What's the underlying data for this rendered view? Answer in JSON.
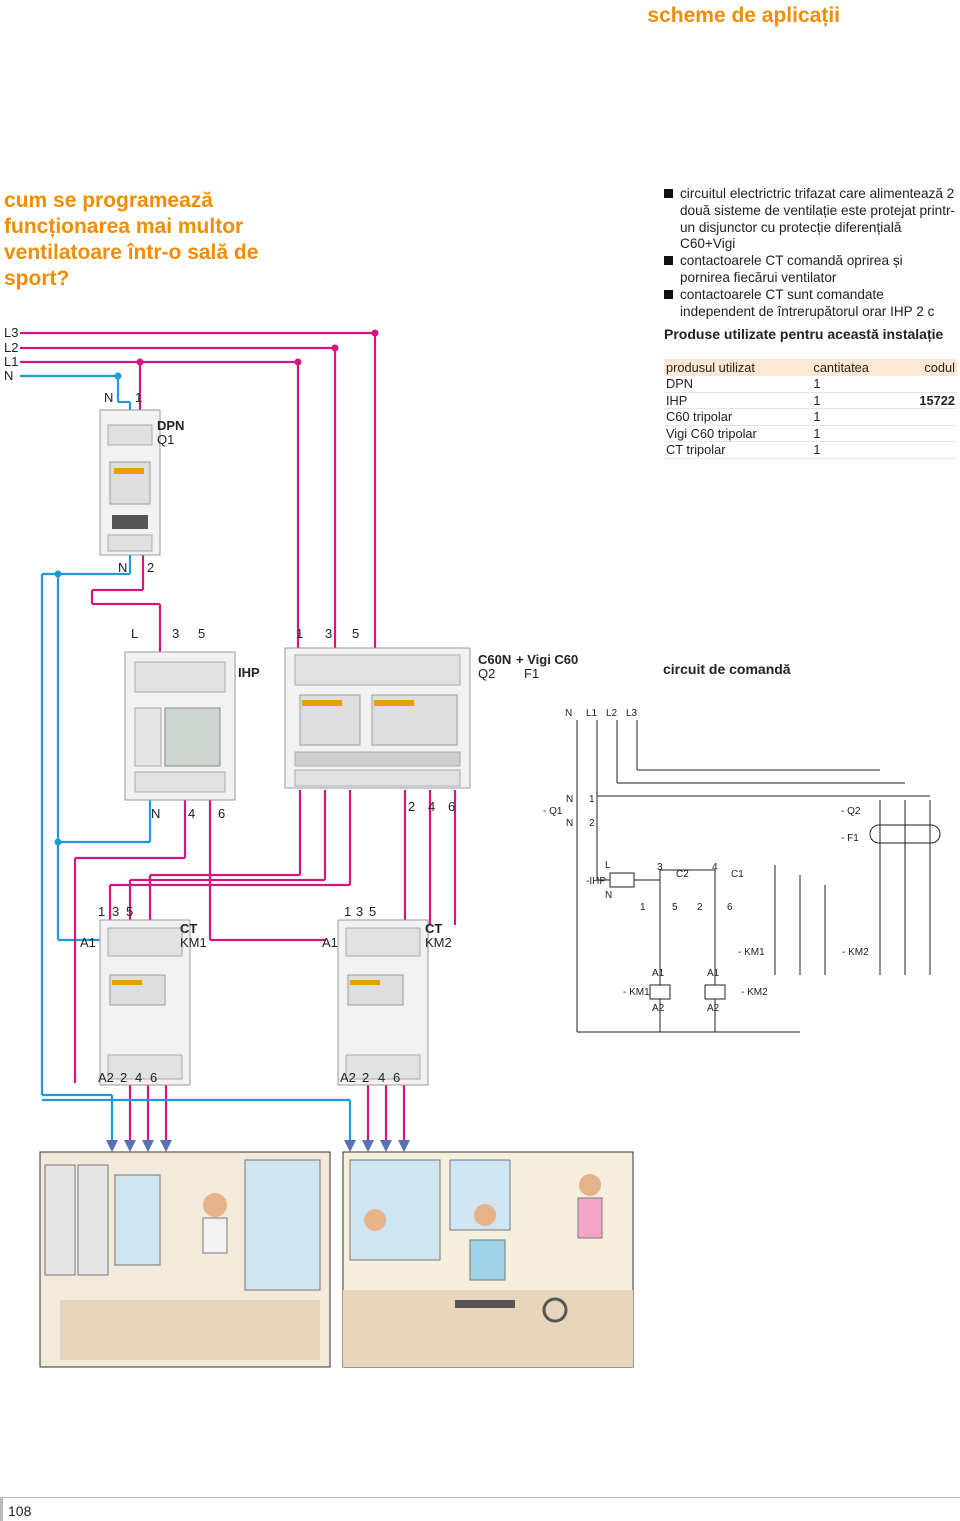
{
  "header": {
    "section_title": "scheme de aplicații"
  },
  "question": "cum se programează funcționarea mai multor ventilatoare într-o sală de sport?",
  "description": [
    "circuitul electrictric trifazat care alimentează 2 două sisteme de ventilație este protejat printr-un disjunctor cu protecție diferențială C60+Vigi",
    "contactoarele CT comandă oprirea și pornirea fiecărui ventilator",
    "contactoarele CT sunt comandate independent de întrerupătorul orar IHP 2 c"
  ],
  "products": {
    "title": "Produse utilizate pentru această instalație",
    "columns": [
      "produsul utilizat",
      "cantitatea",
      "codul"
    ],
    "rows": [
      [
        "DPN",
        "1",
        ""
      ],
      [
        "IHP",
        "1",
        "15722"
      ],
      [
        "C60 tripolar",
        "1",
        ""
      ],
      [
        "Vigi C60 tripolar",
        "1",
        ""
      ],
      [
        "CT tripolar",
        "1",
        ""
      ]
    ]
  },
  "wiring": {
    "lines": [
      "L3",
      "L2",
      "L1",
      "N"
    ],
    "dpn": {
      "name": "DPN",
      "ref": "Q1",
      "in_n": "N",
      "in_1": "1",
      "out_n": "N",
      "out_2": "2"
    },
    "ihp": {
      "name": "IHP",
      "in": [
        "L",
        "3",
        "5"
      ],
      "out": [
        "N",
        "4",
        "6"
      ]
    },
    "c60": {
      "name": "C60N",
      "vigi": "+ Vigi C60",
      "ref_q": "Q2",
      "ref_f": "F1",
      "in": [
        "1",
        "3",
        "5"
      ],
      "out": [
        "2",
        "4",
        "6"
      ]
    },
    "ct1": {
      "name": "CT",
      "ref": "KM1",
      "in": [
        "1",
        "3",
        "5"
      ],
      "coil_in": "A1",
      "coil_out": "A2",
      "out": [
        "2",
        "4",
        "6"
      ]
    },
    "ct2": {
      "name": "CT",
      "ref": "KM2",
      "in": [
        "1",
        "3",
        "5"
      ],
      "coil_in": "A1",
      "coil_out": "A2",
      "out": [
        "2",
        "4",
        "6"
      ]
    }
  },
  "control_circuit": {
    "title": "circuit de comandă",
    "bus": [
      "N",
      "L1",
      "L2",
      "L3"
    ],
    "q1": "- Q1",
    "q2": "- Q2",
    "f1": "- F1",
    "ihp": "-IHP",
    "km1": "- KM1",
    "km2": "- KM2",
    "c1": "C1",
    "c2": "C2",
    "n": "N",
    "l": "L",
    "num1": "1",
    "num2": "2",
    "num3": "3",
    "num4": "4",
    "num5": "5",
    "num6": "6",
    "a1": "A1",
    "a2": "A2"
  },
  "colors": {
    "accent": "#f28c00",
    "phase_wire": "#d4147f",
    "neutral_wire": "#1f9ad6",
    "table_header": "#fde9d3"
  },
  "page_number": "108"
}
